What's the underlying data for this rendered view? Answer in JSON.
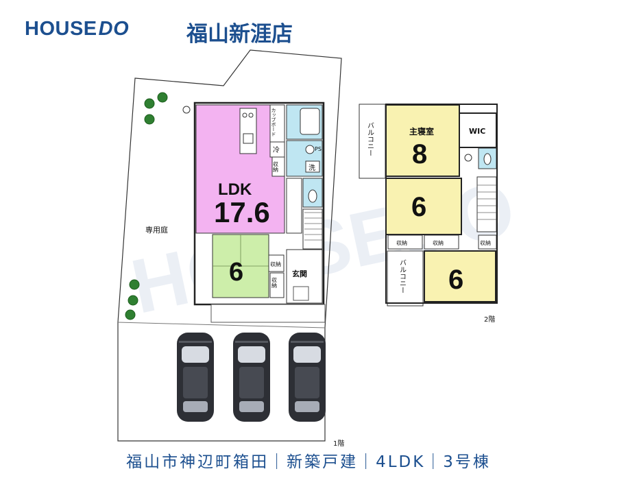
{
  "header": {
    "brand_main": "HOUSE",
    "brand_italic": "DO",
    "store_name": "福山新涯店"
  },
  "watermark": "HOUSEDO",
  "floor1": {
    "floor_label": "1階",
    "yard_label": "専用庭",
    "ldk": {
      "label": "LDK",
      "size": "17.6"
    },
    "cupboard_label": "カップボード",
    "fridge_label": "冷",
    "storage_labels": [
      "収納",
      "収納",
      "収納"
    ],
    "washroom_label": "洗",
    "ps_label": "PS",
    "tatami": {
      "size": "6"
    },
    "entrance_label": "玄関",
    "parking_spaces": 3
  },
  "floor2": {
    "floor_label": "2階",
    "master_bedroom": {
      "label": "主寝室",
      "size": "8"
    },
    "wic_label": "WIC",
    "balcony_labels": [
      "バルコニー",
      "バルコニー"
    ],
    "room2": {
      "size": "6"
    },
    "room3": {
      "size": "6"
    },
    "storage_labels": [
      "収納",
      "収納",
      "収納"
    ]
  },
  "footer": {
    "text": "福山市神辺町箱田｜新築戸建｜4LDK｜3号棟"
  },
  "colors": {
    "brand": "#1c4f8f",
    "ldk": "#f3b3f1",
    "tatami": "#cdeeaa",
    "bedroom": "#f9f2b1",
    "wet": "#bfe6f2",
    "tree": "#2f7f31"
  }
}
